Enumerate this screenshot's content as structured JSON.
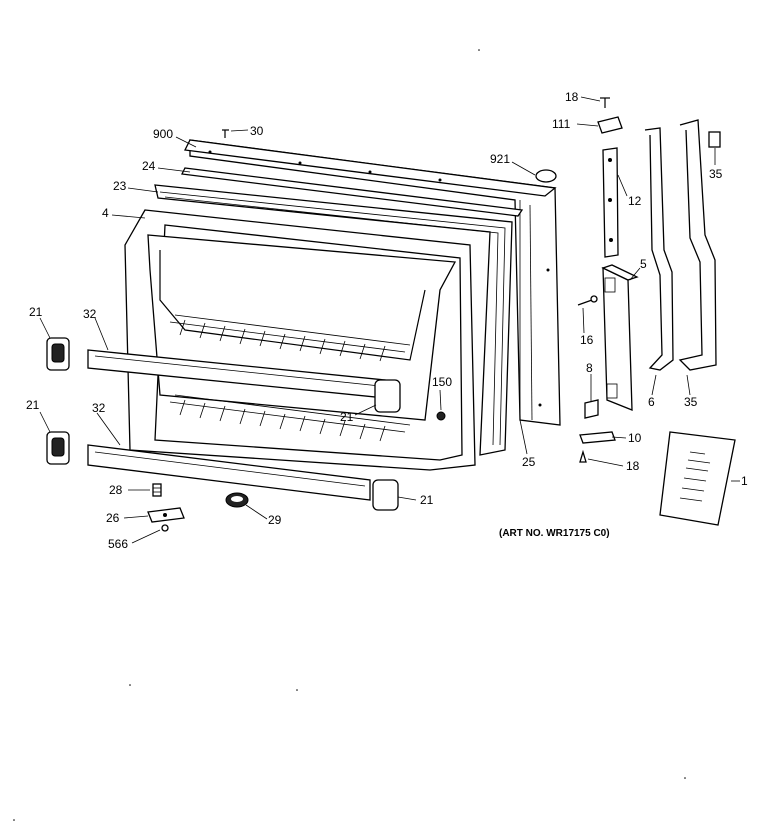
{
  "diagram": {
    "art_number": "(ART NO. WR17175 C0)",
    "labels": {
      "p18a": "18",
      "p111": "111",
      "p30": "30",
      "p900": "900",
      "p921": "921",
      "p24": "24",
      "p23": "23",
      "p4": "4",
      "p12": "12",
      "p35a": "35",
      "p5": "5",
      "p21a": "21",
      "p32a": "32",
      "p16": "16",
      "p150": "150",
      "p8": "8",
      "p21b": "21",
      "p6": "6",
      "p35b": "35",
      "p21c": "21",
      "p32b": "32",
      "p10": "10",
      "p25": "25",
      "p18b": "18",
      "p1": "1",
      "p28": "28",
      "p21d": "21",
      "p26": "26",
      "p29": "29",
      "p566": "566"
    }
  }
}
